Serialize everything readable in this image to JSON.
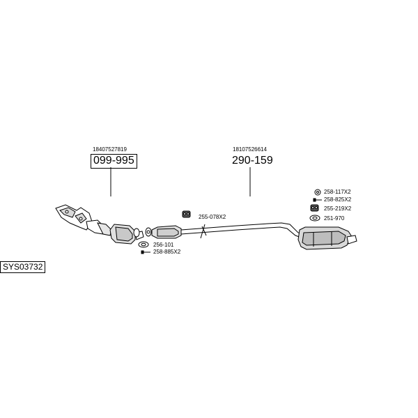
{
  "diagram": {
    "system_code": "SYS03732",
    "groups": [
      {
        "oem": "18407527819",
        "part": "099-995",
        "boxed": true
      },
      {
        "oem": "18107526614",
        "part": "290-159",
        "boxed": false
      }
    ],
    "accessories": [
      {
        "code": "255-078X2",
        "icon": "rubber-hanger-icon"
      },
      {
        "code": "256-101",
        "icon": "gasket-ring-icon"
      },
      {
        "code": "258-885X2",
        "icon": "bolt-icon"
      },
      {
        "code": "258-117X2",
        "icon": "nut-icon"
      },
      {
        "code": "258-825X2",
        "icon": "bolt-icon"
      },
      {
        "code": "255-219X2",
        "icon": "rubber-hanger-icon"
      },
      {
        "code": "251-970",
        "icon": "gasket-ring-icon"
      }
    ]
  }
}
